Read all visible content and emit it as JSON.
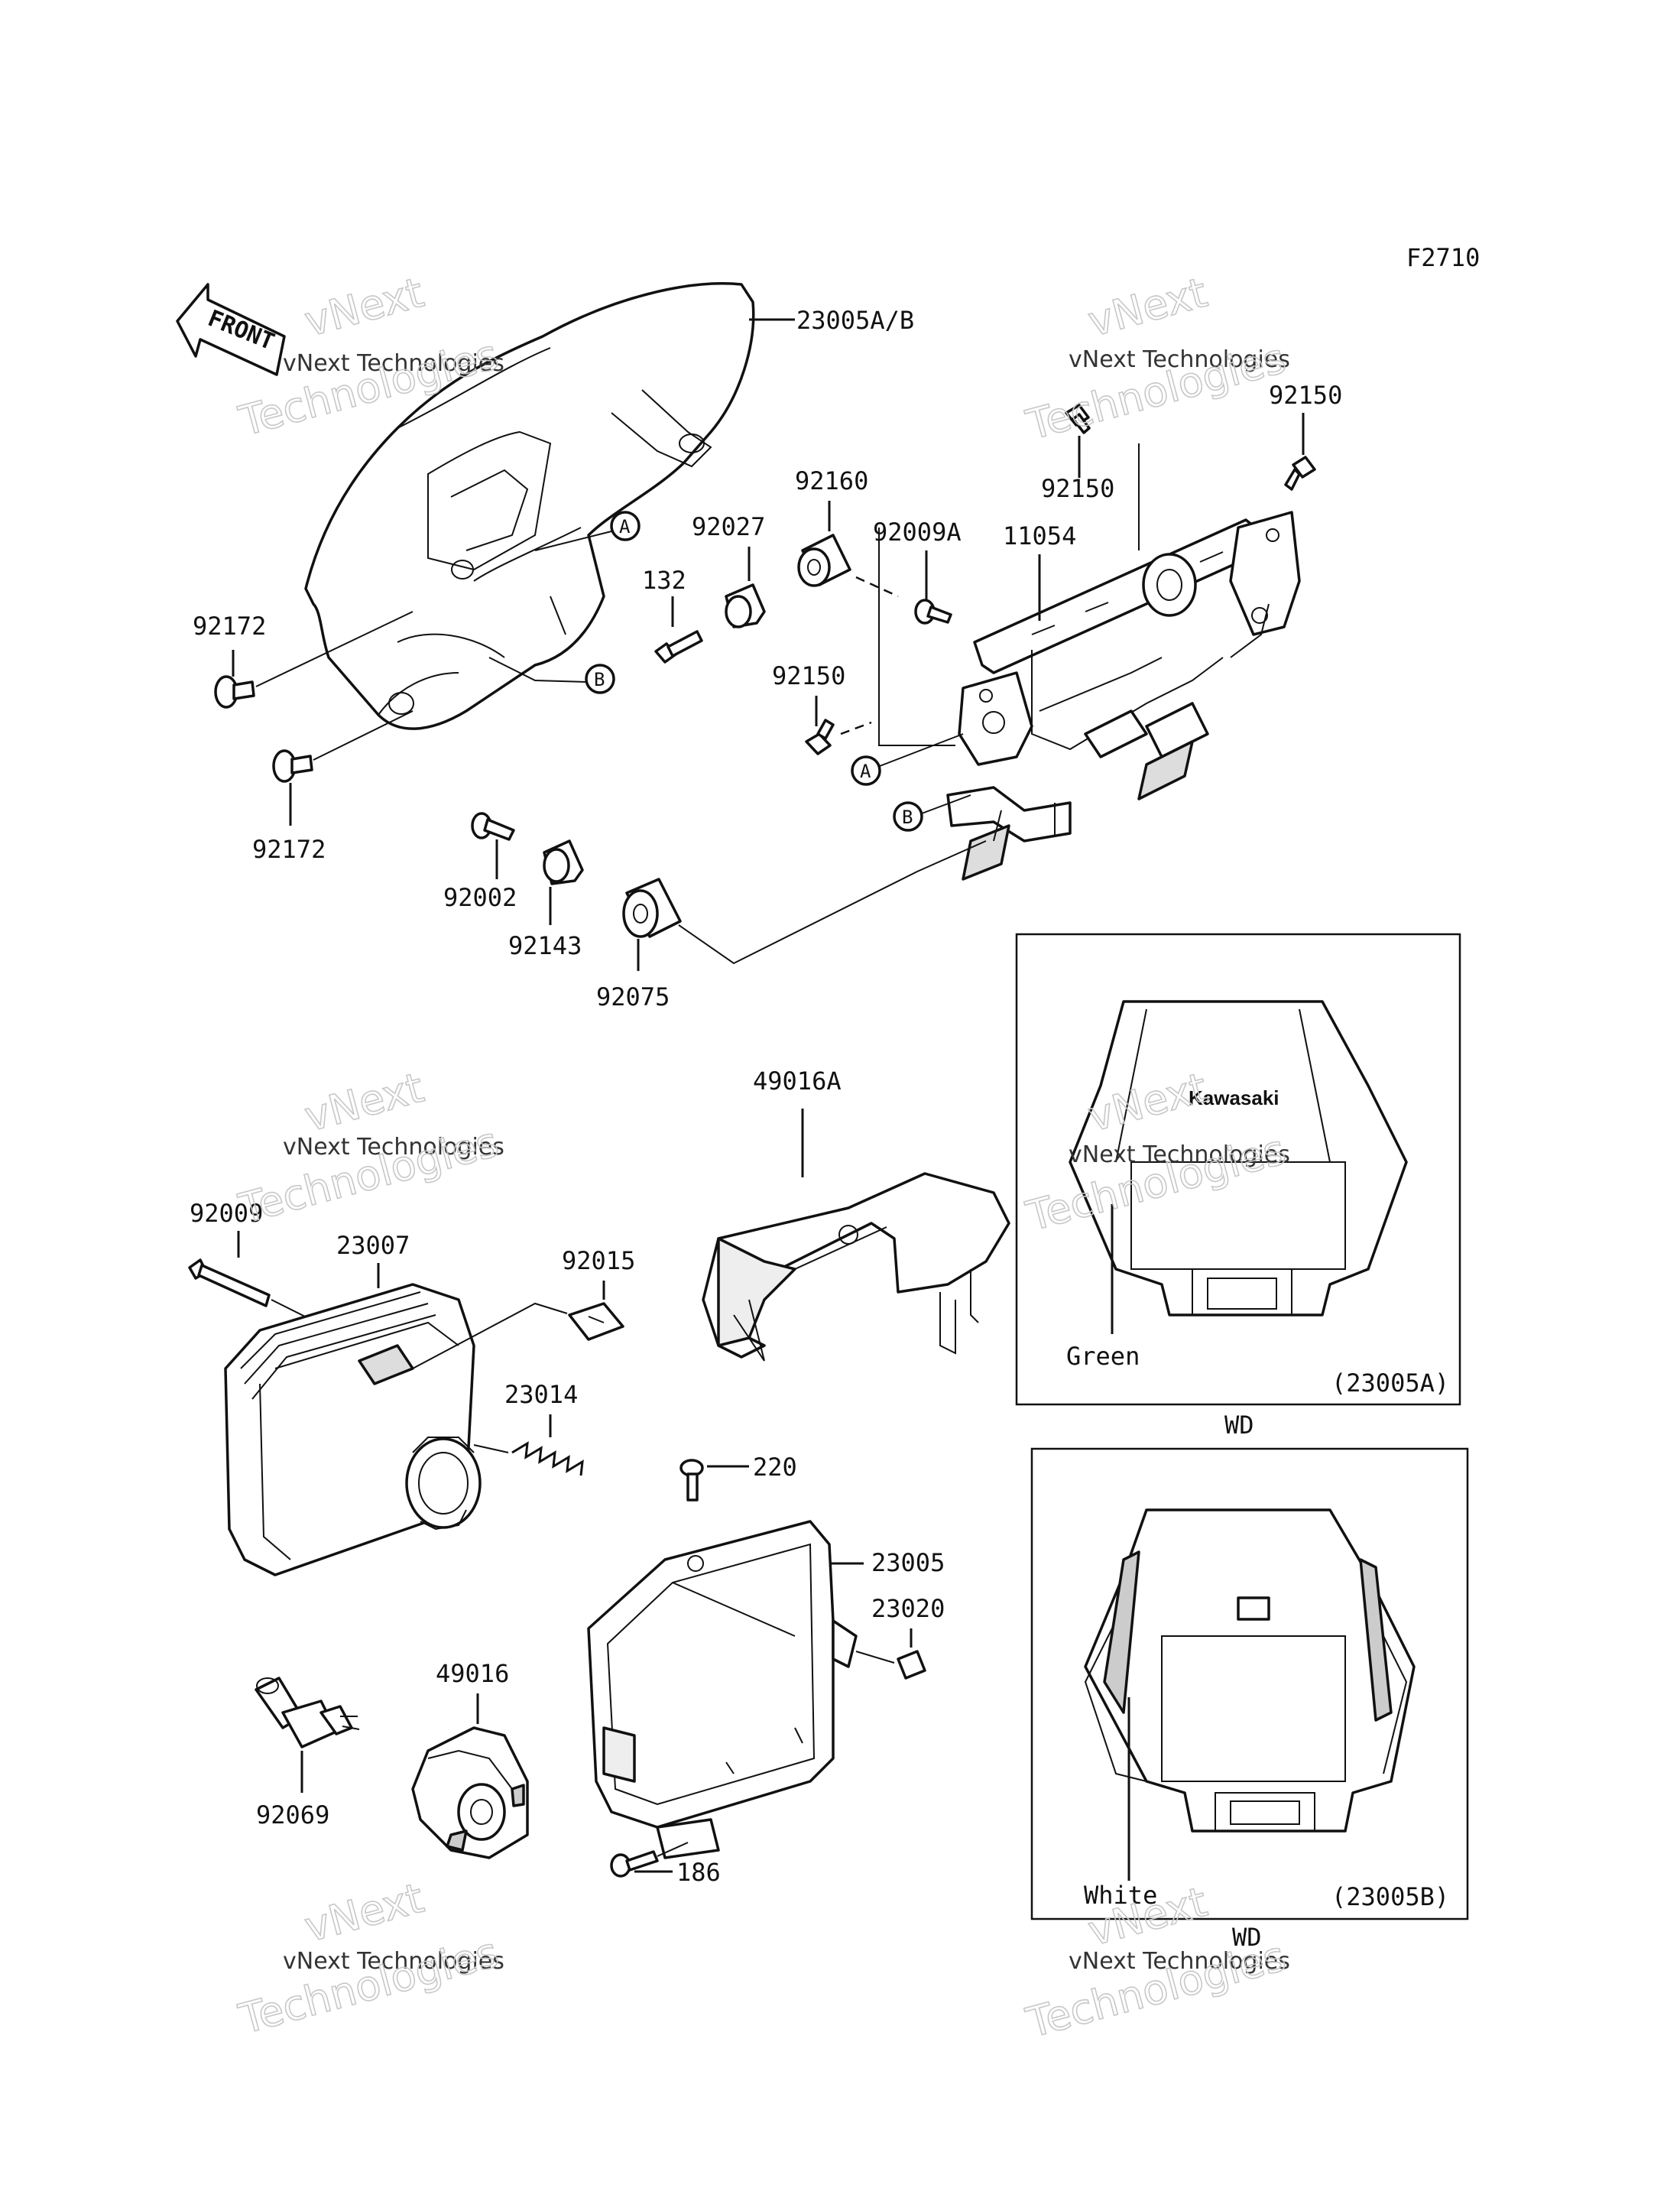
{
  "figure_code": "F2710",
  "front_label": "FRONT",
  "watermark": {
    "line1": "vNext",
    "line2": "vNext Technologies",
    "line3": "Technologies"
  },
  "parts": {
    "p23005ab": "23005A/B",
    "p92150a": "92150",
    "p92150b": "92150",
    "p92150c": "92150",
    "p92160": "92160",
    "p92009a": "92009A",
    "p92027": "92027",
    "p11054": "11054",
    "p132": "132",
    "p92172a": "92172",
    "p92172b": "92172",
    "p92002": "92002",
    "p92143": "92143",
    "p92075": "92075",
    "p49016a": "49016A",
    "p92009": "92009",
    "p23007": "23007",
    "p92015": "92015",
    "p23014": "23014",
    "p220": "220",
    "p23005": "23005",
    "p23020": "23020",
    "p49016": "49016",
    "p92069": "92069",
    "p186": "186"
  },
  "markers": {
    "a": "A",
    "b": "B"
  },
  "inset_a": {
    "color": "Green",
    "code": "(23005A)",
    "caption": "WD",
    "brand": "Kawasaki"
  },
  "inset_b": {
    "color": "White",
    "code": "(23005B)",
    "caption": "WD"
  },
  "colors": {
    "ink": "#111111",
    "watermark": "#c8c8c8",
    "background": "#ffffff"
  }
}
